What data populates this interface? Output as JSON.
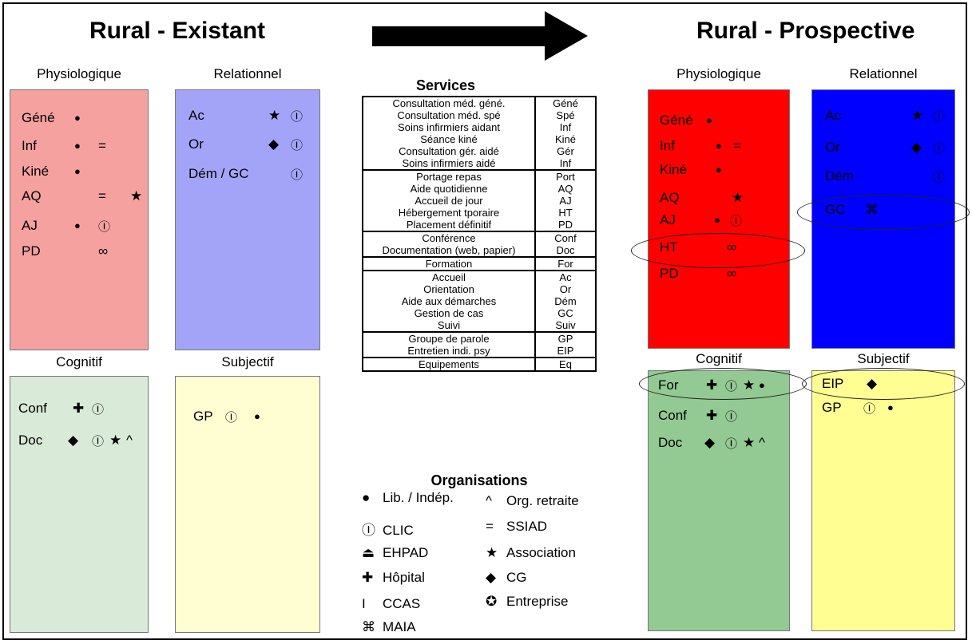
{
  "existing": {
    "title": "Rural - Existant",
    "physiologique": {
      "label": "Physiologique",
      "color": "#F4A1A0",
      "rows": [
        {
          "name": "Géné",
          "symbols": [
            "●"
          ]
        },
        {
          "name": "Inf",
          "symbols": [
            "●",
            "="
          ]
        },
        {
          "name": "Kiné",
          "symbols": [
            "●"
          ]
        },
        {
          "name": "AQ",
          "symbols": [
            "=",
            "★"
          ]
        },
        {
          "name": "AJ",
          "symbols": [
            "●",
            "Ⓘ"
          ]
        },
        {
          "name": "PD",
          "symbols": [
            "∞"
          ]
        }
      ]
    },
    "relationnel": {
      "label": "Relationnel",
      "color": "#A3A4F8",
      "rows": [
        {
          "name": "Ac",
          "symbols": [
            "★",
            "Ⓘ"
          ]
        },
        {
          "name": "Or",
          "symbols": [
            "◆",
            "Ⓘ"
          ]
        },
        {
          "name": "Dém / GC",
          "symbols": [
            "Ⓘ"
          ]
        }
      ]
    },
    "cognitif": {
      "label": "Cognitif",
      "color": "#D9EAD9",
      "rows": [
        {
          "name": "Conf",
          "symbols": [
            "✚",
            "Ⓘ"
          ]
        },
        {
          "name": "Doc",
          "symbols": [
            "◆",
            "Ⓘ",
            "★",
            "^"
          ]
        }
      ]
    },
    "subjectif": {
      "label": "Subjectif",
      "color": "#FEFED2",
      "rows": [
        {
          "name": "GP",
          "symbols": [
            "Ⓘ",
            "●"
          ]
        }
      ]
    }
  },
  "prospective": {
    "title": "Rural - Prospective",
    "physiologique": {
      "label": "Physiologique",
      "color": "#FE0000",
      "rows": [
        {
          "name": "Géné",
          "symbols": [
            "●"
          ]
        },
        {
          "name": "Inf",
          "symbols": [
            "●",
            "="
          ]
        },
        {
          "name": "Kiné",
          "symbols": [
            "●"
          ]
        },
        {
          "name": "AQ",
          "symbols": [
            "★"
          ]
        },
        {
          "name": "AJ",
          "symbols": [
            "●",
            "Ⓘ"
          ]
        },
        {
          "name": "HT",
          "symbols": [
            "∞"
          ]
        },
        {
          "name": "PD",
          "symbols": [
            "∞"
          ]
        }
      ]
    },
    "relationnel": {
      "label": "Relationnel",
      "color": "#0000FE",
      "rows": [
        {
          "name": "Ac",
          "symbols": [
            "★",
            "Ⓘ"
          ]
        },
        {
          "name": "Or",
          "symbols": [
            "◆",
            "Ⓘ"
          ]
        },
        {
          "name": "Dém",
          "symbols": [
            "Ⓘ"
          ]
        },
        {
          "name": "GC",
          "symbols": [
            "⌘"
          ]
        }
      ]
    },
    "cognitif": {
      "label": "Cognitif",
      "color": "#93C993",
      "rows": [
        {
          "name": "For",
          "symbols": [
            "✚",
            "Ⓘ",
            "★",
            "●"
          ]
        },
        {
          "name": "Conf",
          "symbols": [
            "✚",
            "Ⓘ"
          ]
        },
        {
          "name": "Doc",
          "symbols": [
            "◆",
            "Ⓘ",
            "★",
            "^"
          ]
        }
      ]
    },
    "subjectif": {
      "label": "Subjectif",
      "color": "#FEFE92",
      "rows": [
        {
          "name": "EIP",
          "symbols": [
            "◆"
          ]
        },
        {
          "name": "GP",
          "symbols": [
            "Ⓘ",
            "●"
          ]
        }
      ]
    }
  },
  "services": {
    "title": "Services",
    "groups": [
      [
        [
          "Consultation méd. géné.",
          "Géné"
        ],
        [
          "Consultation méd. spé",
          "Spé"
        ],
        [
          "Soins infirmiers aidant",
          "Inf"
        ],
        [
          "Séance kiné",
          "Kiné"
        ],
        [
          "Consultation gér. aidé",
          "Gér"
        ],
        [
          "Soins infirmiers aidé",
          "Inf"
        ]
      ],
      [
        [
          "Portage repas",
          "Port"
        ],
        [
          "Aide quotidienne",
          "AQ"
        ],
        [
          "Accueil de jour",
          "AJ"
        ],
        [
          "Hébergement tporaire",
          "HT"
        ],
        [
          "Placement définitif",
          "PD"
        ]
      ],
      [
        [
          "Conférence",
          "Conf"
        ],
        [
          "Documentation (web, papier)",
          "Doc"
        ]
      ],
      [
        [
          "Formation",
          "For"
        ]
      ],
      [
        [
          "Accueil",
          "Ac"
        ],
        [
          "Orientation",
          "Or"
        ],
        [
          "Aide aux démarches",
          "Dém"
        ],
        [
          "Gestion de cas",
          "GC"
        ],
        [
          "Suivi",
          "Suiv"
        ]
      ],
      [
        [
          "Groupe de parole",
          "GP"
        ],
        [
          "Entretien indi. psy",
          "EIP"
        ]
      ],
      [
        [
          "Equipements",
          "Eq"
        ]
      ]
    ]
  },
  "organisations": {
    "title": "Organisations",
    "items": [
      {
        "symbol": "●",
        "label": "Lib. / Indép.",
        "icon": "bullet-icon"
      },
      {
        "symbol": "^",
        "label": "Org. retraite",
        "icon": "caret-icon"
      },
      {
        "symbol": "Ⓘ",
        "label": "CLIC",
        "icon": "circled-i-icon"
      },
      {
        "symbol": "=",
        "label": "SSIAD",
        "icon": "equals-icon"
      },
      {
        "symbol": "⏏",
        "label": "EHPAD",
        "icon": "eject-icon"
      },
      {
        "symbol": "★",
        "label": "Association",
        "icon": "star-icon"
      },
      {
        "symbol": "✚",
        "label": "Hôpital",
        "icon": "cross-icon"
      },
      {
        "symbol": "◆",
        "label": "CG",
        "icon": "diamond-icon"
      },
      {
        "symbol": "I",
        "label": "CCAS",
        "icon": "bar-icon"
      },
      {
        "symbol": "✪",
        "label": "Entreprise",
        "icon": "circled-star-icon"
      },
      {
        "symbol": "⌘",
        "label": "MAIA",
        "icon": "command-icon"
      }
    ]
  }
}
